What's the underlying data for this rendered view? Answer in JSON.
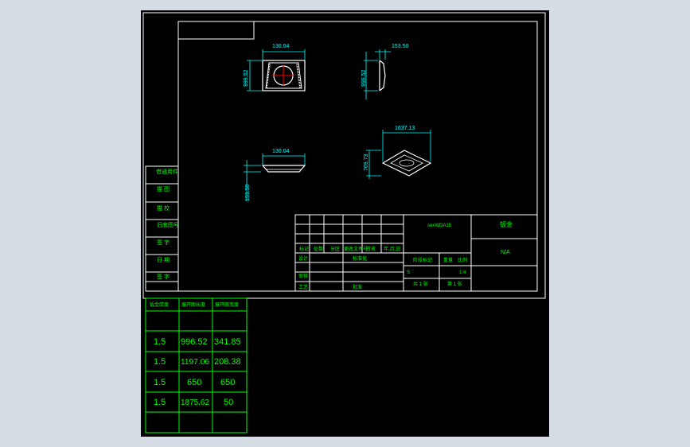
{
  "colors": {
    "background": "#000000",
    "frame": "#ffffff",
    "dimension": "#00ffff",
    "table_text": "#00ff00",
    "center_mark": "#ff0000",
    "outer_ui": "#d7dde4"
  },
  "views": {
    "front": {
      "width": "130.04",
      "height": "999.52"
    },
    "side": {
      "width": "153.50",
      "height": "999.52"
    },
    "top": {
      "width": "130.04",
      "height": "153.50"
    },
    "iso": {
      "width": "1637.13",
      "height": "769.73"
    }
  },
  "side_tabs": [
    "借通用件",
    "描 图",
    "描 校",
    "旧底图号",
    "签 字",
    "日 期",
    "签 字"
  ],
  "title_block": {
    "drawing_name": "sexWDA15",
    "part_name": "钣金",
    "material": "N/A",
    "header_row": [
      "标记",
      "处数",
      "分区",
      "更改文件号",
      "签名",
      "年.月.日"
    ],
    "labels": {
      "design": "设计",
      "standardize": "标准化",
      "review": "审核",
      "process": "工艺",
      "approve": "批准",
      "stage": "阶段标记",
      "weight": "重量",
      "scale": "比例",
      "sheet_total": "共 1 张",
      "sheet_no": "第 1 张",
      "stage_value": "S",
      "scale_value": "1:4"
    }
  },
  "bom_table": {
    "headers": [
      "钣金厚度",
      "展开图长度",
      "展开图宽度"
    ],
    "rows": [
      [
        "1.5",
        "996.52",
        "341.85"
      ],
      [
        "1.5",
        "1197.06",
        "208.38"
      ],
      [
        "1.5",
        "650",
        "650"
      ],
      [
        "1.5",
        "1875.62",
        "50"
      ]
    ]
  }
}
